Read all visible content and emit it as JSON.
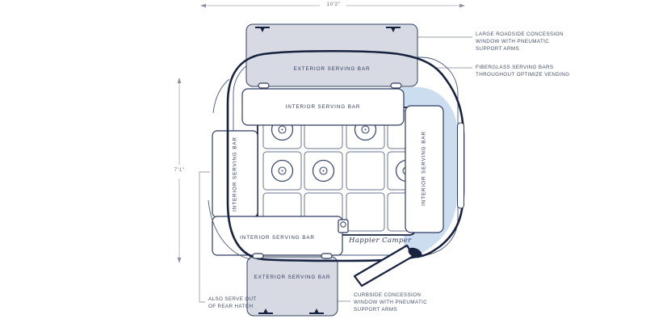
{
  "dimensions": {
    "width_label": "10'2\"",
    "height_label": "7'1\""
  },
  "panels": {
    "roadside_exterior_bar": "EXTERIOR SERVING BAR",
    "roadside_interior_bar": "INTERIOR SERVING BAR",
    "rear_interior_bar": "INTERIOR SERVING BAR",
    "front_interior_bar": "INTERIOR SERVING BAR",
    "curbside_interior_bar": "INTERIOR SERVING BAR",
    "curbside_exterior_bar": "EXTERIOR SERVING BAR"
  },
  "annotations": {
    "roadside_window": {
      "lines": [
        "LARGE ROADSIDE CONCESSION",
        "WINDOW WITH PNEUMATIC",
        "SUPPORT ARMS"
      ]
    },
    "fiberglass_bars": {
      "lines": [
        "FIBERGLASS SERVING BARS",
        "THROUGHOUT OPTIMIZE VENDING"
      ]
    },
    "curbside_window": {
      "lines": [
        "CURBSIDE CONCESSION",
        "WINDOW WITH PNEUMATIC",
        "SUPPORT ARMS"
      ]
    },
    "rear_hatch": {
      "lines": [
        "ALSO SERVE OUT",
        "OF REAR HATCH"
      ]
    }
  },
  "logo": "Happier Camper",
  "colors": {
    "line": "#17223f",
    "thin": "#4a5878",
    "panel": "#d7dae2",
    "blue": "#cdddf0",
    "text": "#44506b",
    "dim": "#b9bec8",
    "dimtext": "#6b7386",
    "leader": "#9aa1af"
  }
}
